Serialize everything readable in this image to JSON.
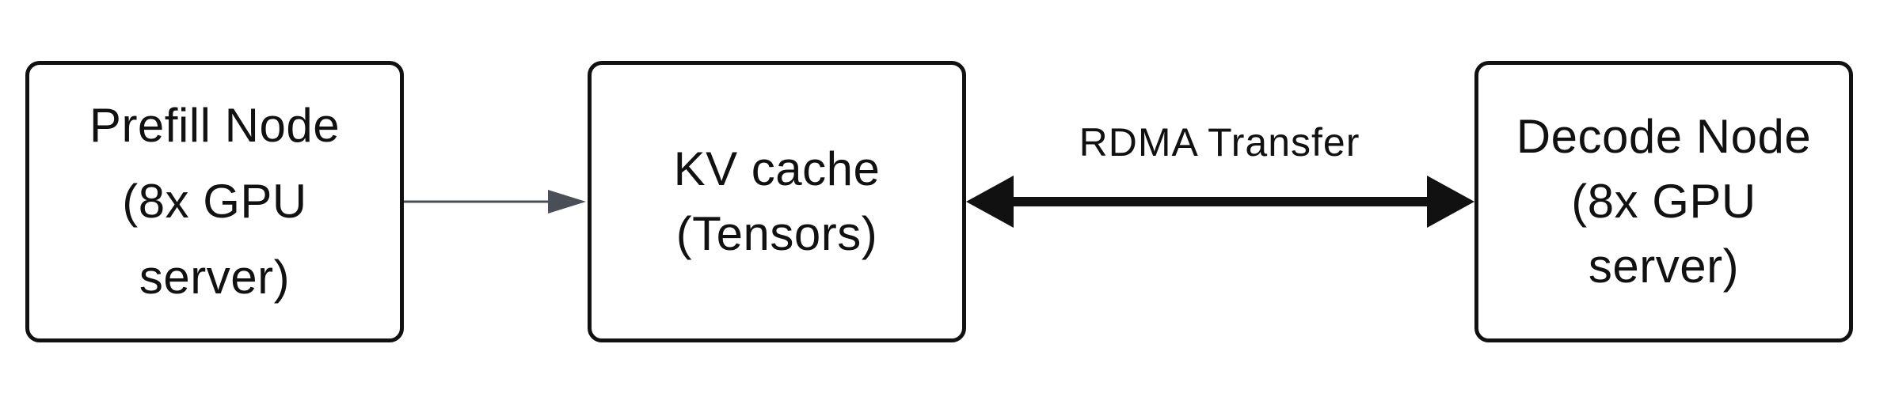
{
  "nodes": {
    "prefill": {
      "lines": [
        "Prefill Node",
        "(8x GPU",
        "server)"
      ]
    },
    "kv_cache": {
      "lines": [
        "KV cache",
        "(Tensors)"
      ]
    },
    "decode": {
      "lines": [
        "Decode Node",
        "(8x GPU",
        "server)"
      ]
    }
  },
  "edges": {
    "prefill_to_kv": {
      "label": "",
      "direction": "one-way"
    },
    "kv_to_decode": {
      "label": "RDMA Transfer",
      "direction": "bidirectional"
    }
  },
  "colors": {
    "stroke": "#111111",
    "thin_arrow": "#4a4f57",
    "background": "#ffffff"
  }
}
